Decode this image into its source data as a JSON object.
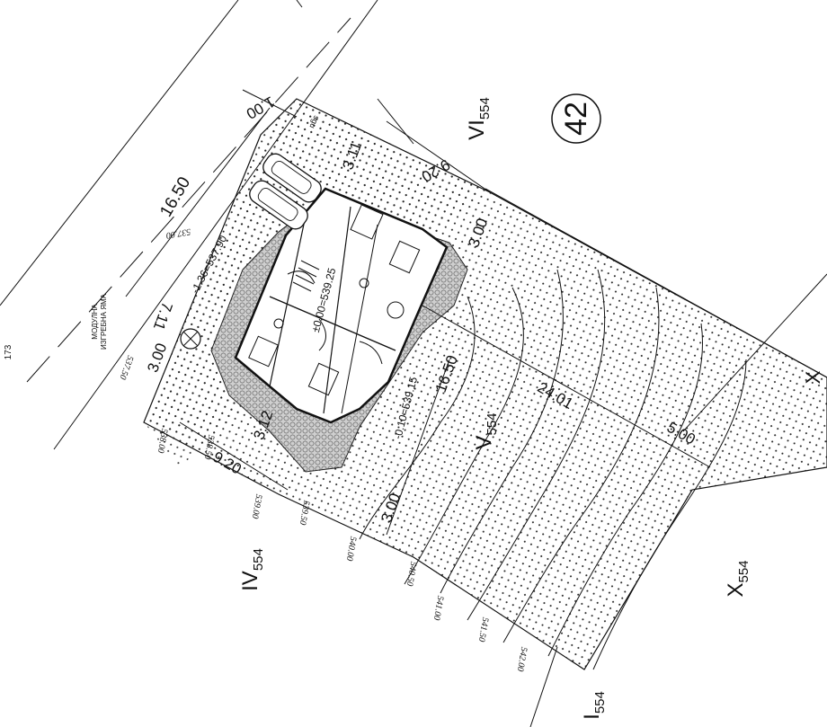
{
  "plot": {
    "number": "42",
    "page_number": "173"
  },
  "parcels": {
    "vi": {
      "roman": "VI",
      "sub": "554"
    },
    "v": {
      "roman": "V",
      "sub": "554"
    },
    "iv": {
      "roman": "IV",
      "sub": "554"
    },
    "x": {
      "roman": "X",
      "sub": "554"
    },
    "i": {
      "roman": "I",
      "sub": "554"
    },
    "x_edge": "X"
  },
  "dimensions": {
    "front_width": "16.50",
    "side_depth": "24.01",
    "rear_width": "16.50",
    "house_width_top": "9.20",
    "house_width_bottom": "9.20",
    "front_offset_top": "3.11",
    "front_offset_bottom": "3.12",
    "setback_top_right": "3.00",
    "setback_left": "3.00",
    "setback_bottom": "3.00",
    "setback_left_mid": "7.11",
    "rear_setback": "5.00",
    "road_offset": "1.00"
  },
  "levels": {
    "ground_top": "±0.00=539.25",
    "ground_lower": "-0.10=539.15",
    "level_1": "-1.36=537.90"
  },
  "contours": [
    "537.00",
    "537.50",
    "538.00",
    "538.50",
    "539.00",
    "539.50",
    "540.00",
    "540.50",
    "541.00",
    "541.50",
    "542.00"
  ],
  "labels": {
    "septic_line1": "МОДУЛНА",
    "septic_line2": "ИЗГРЕБНА ЯМА",
    "small_tag": "sgu"
  },
  "colors": {
    "ink": "#111111",
    "background": "#ffffff",
    "hatch_fill": "#d8d8d8"
  }
}
